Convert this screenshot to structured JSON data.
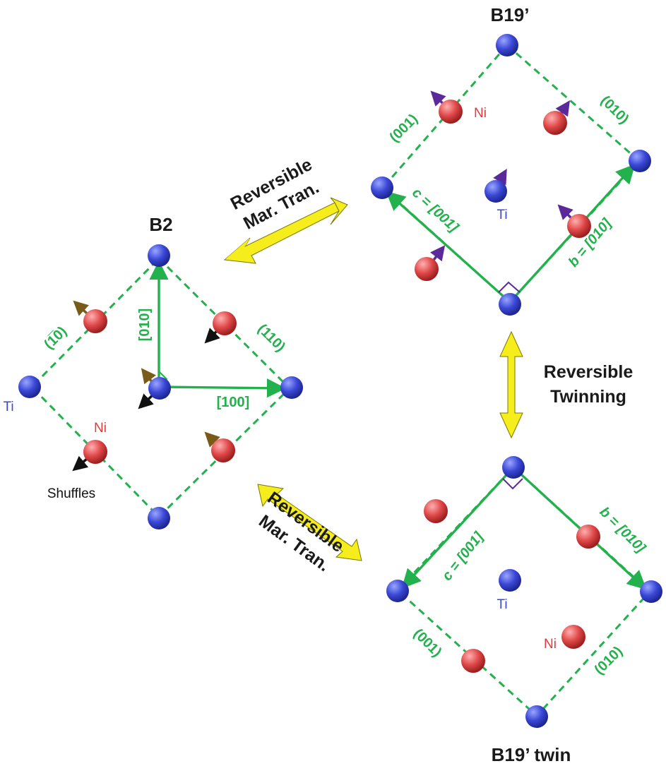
{
  "b2": {
    "title": "B2",
    "vec_010": "[010]",
    "vec_100": "[100]",
    "plane_left": "(1̅0)",
    "plane_right": "(110)",
    "ti": "Ti",
    "ni": "Ni",
    "shuffles": "Shuffles"
  },
  "b19p": {
    "title": "B19’",
    "plane_001": "(001)",
    "plane_010": "(010)",
    "vec_c": "c = [001]",
    "vec_b": "b = [010]",
    "ni": "Ni",
    "ti": "Ti"
  },
  "twin": {
    "title": "B19’ twin",
    "plane_001": "(001)",
    "plane_010": "(010)",
    "vec_c": "c = [001]",
    "vec_b": "b = [010]",
    "ti": "Ti",
    "ni": "Ni"
  },
  "transitions": {
    "upper_line1": "Reversible",
    "upper_line2": "Mar. Tran.",
    "lower_line1": "Reversible",
    "lower_line2": "Mar. Tran.",
    "twin_line1": "Reversible",
    "twin_line2": "Twinning"
  },
  "colors": {
    "ti_atom": "#3b48d6",
    "ni_atom": "#e04848",
    "lattice_green": "#22b14c",
    "arrow_yellow": "#f5ee1c",
    "shuffle_black": "#111111",
    "shuffle_brown": "#7a5a18",
    "displacement_purple": "#5b2a9a"
  }
}
